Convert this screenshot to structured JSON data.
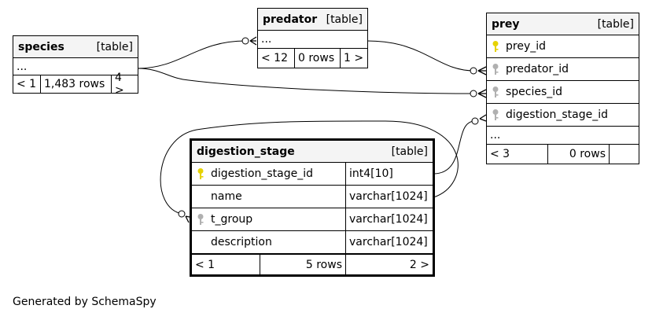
{
  "tables": {
    "species": {
      "name": "species",
      "tag": "[table]",
      "rows": [
        "..."
      ],
      "footer": [
        "< 1",
        "1,483 rows",
        "4 >"
      ]
    },
    "predator": {
      "name": "predator",
      "tag": "[table]",
      "rows": [
        "..."
      ],
      "footer": [
        "< 12",
        "0 rows",
        "1 >"
      ]
    },
    "prey": {
      "name": "prey",
      "tag": "[table]",
      "columns": [
        {
          "name": "prey_id",
          "key": "primary"
        },
        {
          "name": "predator_id",
          "key": "foreign"
        },
        {
          "name": "species_id",
          "key": "foreign"
        },
        {
          "name": "digestion_stage_id",
          "key": "foreign"
        }
      ],
      "more": "...",
      "footer": [
        "< 3",
        "0 rows",
        ""
      ]
    },
    "digestion_stage": {
      "name": "digestion_stage",
      "tag": "[table]",
      "columns": [
        {
          "name": "digestion_stage_id",
          "type": "int4[10]",
          "key": "primary"
        },
        {
          "name": "name",
          "type": "varchar[1024]",
          "key": "none"
        },
        {
          "name": "t_group",
          "type": "varchar[1024]",
          "key": "foreign"
        },
        {
          "name": "description",
          "type": "varchar[1024]",
          "key": "none"
        }
      ],
      "footer": [
        "< 1",
        "5 rows",
        "2 >"
      ]
    }
  },
  "colors": {
    "primary_key": "#e6d200",
    "foreign_key": "#b0b0b0"
  },
  "footer_text": "Generated by SchemaSpy"
}
